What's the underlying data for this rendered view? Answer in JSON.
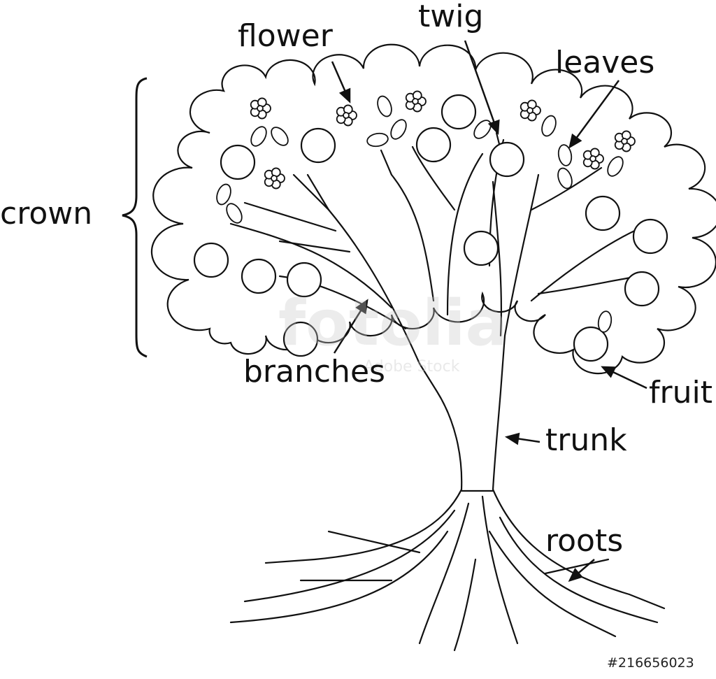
{
  "labels": {
    "crown": "crown",
    "flower": "flower",
    "twig": "twig",
    "leaves": "leaves",
    "branches": "branches",
    "fruit": "fruit",
    "trunk": "trunk",
    "roots": "roots"
  },
  "image_id": "#216656023",
  "watermark": "fotolia",
  "watermark_sub": "Adobe Stock",
  "colors": {
    "line": "#111111",
    "background": "#ffffff"
  }
}
